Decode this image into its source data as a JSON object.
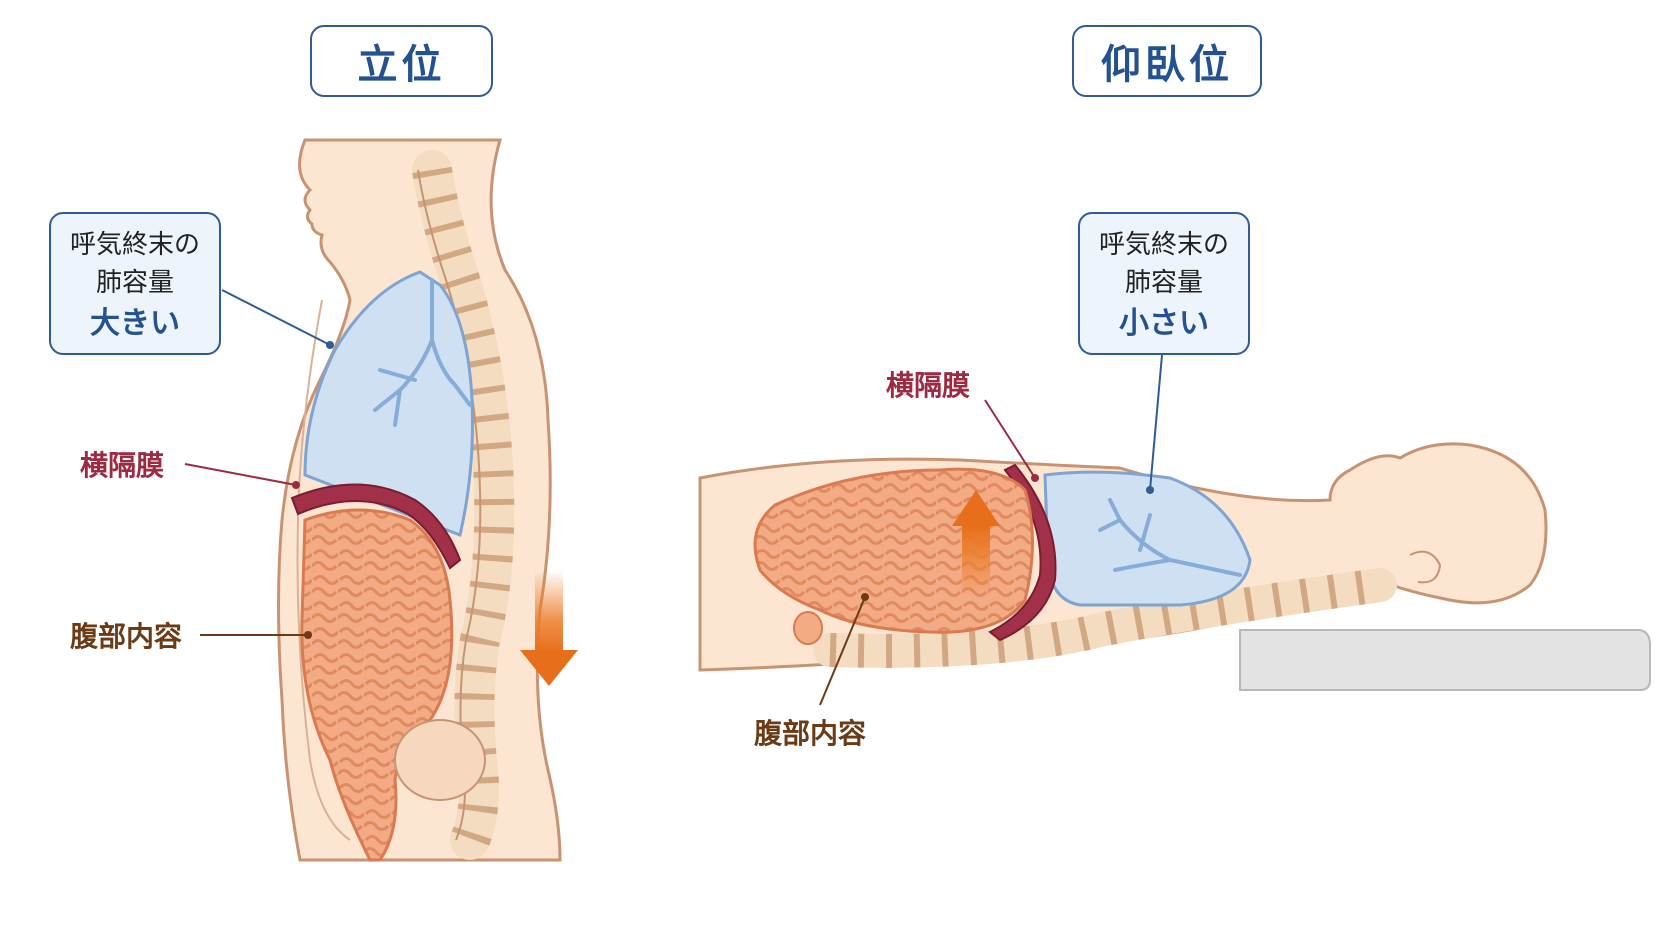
{
  "panels": {
    "standing": {
      "title": "立位",
      "lung_box": {
        "line1": "呼気終末の",
        "line2": "肺容量",
        "emphasis": "大きい"
      },
      "diaphragm_label": "横隔膜",
      "abdomen_label": "腹部内容"
    },
    "supine": {
      "title": "仰臥位",
      "lung_box": {
        "line1": "呼気終末の",
        "line2": "肺容量",
        "emphasis": "小さい"
      },
      "diaphragm_label": "横隔膜",
      "abdomen_label": "腹部内容"
    }
  },
  "colors": {
    "title_text": "#24518f",
    "border": "#2f5b97",
    "diaphragm": "#9c2a42",
    "abdomen_text": "#6b3b16",
    "lung_fill": "#cfe0f3",
    "intestine": "#f0a078",
    "arrow": "#ec7f2c",
    "skin": "#fce6d2"
  },
  "icons": {
    "standing_arrow": "down-arrow-icon",
    "supine_arrow": "up-arrow-icon"
  }
}
